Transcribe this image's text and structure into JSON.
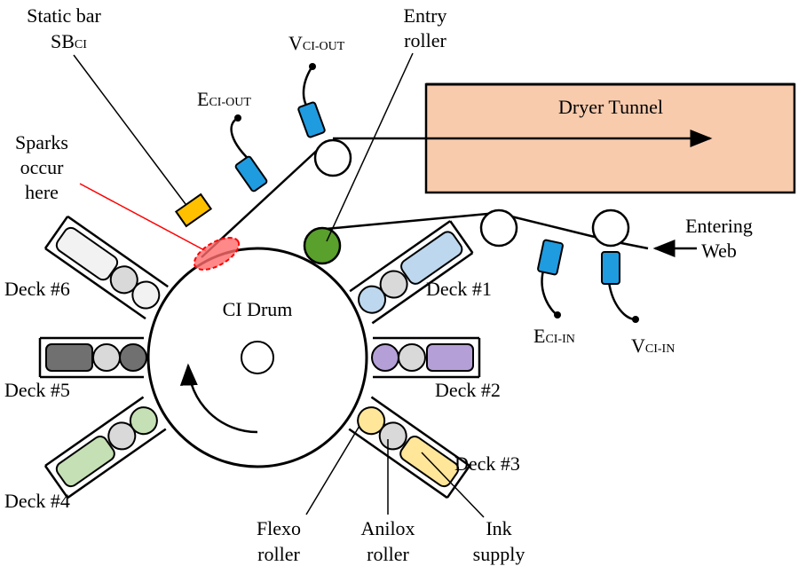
{
  "labels": {
    "static_bar": [
      "Static bar",
      "SB",
      "CI"
    ],
    "entry_roller": [
      "Entry",
      "roller"
    ],
    "v_ci_out": [
      "V",
      "CI-OUT"
    ],
    "e_ci_out": [
      "E",
      "CI-OUT"
    ],
    "dryer_tunnel": "Dryer Tunnel",
    "sparks": [
      "Sparks",
      "occur",
      "here"
    ],
    "entering_web": [
      "Entering",
      "Web"
    ],
    "ci_drum": "CI Drum",
    "e_ci_in": [
      "E",
      "CI-IN"
    ],
    "v_ci_in": [
      "V",
      "CI-IN"
    ],
    "flexo_roller": [
      "Flexo",
      "roller"
    ],
    "anilox_roller": [
      "Anilox",
      "roller"
    ],
    "ink_supply": [
      "Ink",
      "supply"
    ]
  },
  "decks": [
    {
      "label": "Deck #1",
      "color": "#bdd7ee",
      "flexo": "#bdd7ee"
    },
    {
      "label": "Deck #2",
      "color": "#b4a0d6",
      "flexo": "#b4a0d6"
    },
    {
      "label": "Deck #3",
      "color": "#ffe699",
      "flexo": "#ffe699"
    },
    {
      "label": "Deck #4",
      "color": "#c5e0b4",
      "flexo": "#c5e0b4"
    },
    {
      "label": "Deck #5",
      "color": "#707070",
      "flexo": "#707070"
    },
    {
      "label": "Deck #6",
      "color": "#f2f2f2",
      "flexo": "#f2f2f2"
    }
  ],
  "colors": {
    "dryer": "#f8cbad",
    "sensor": "#1f9be0",
    "static_bar": "#ffc000",
    "spark": "#ff0000",
    "entry_roller": "#5aa02c",
    "anilox": "#d9d9d9"
  }
}
